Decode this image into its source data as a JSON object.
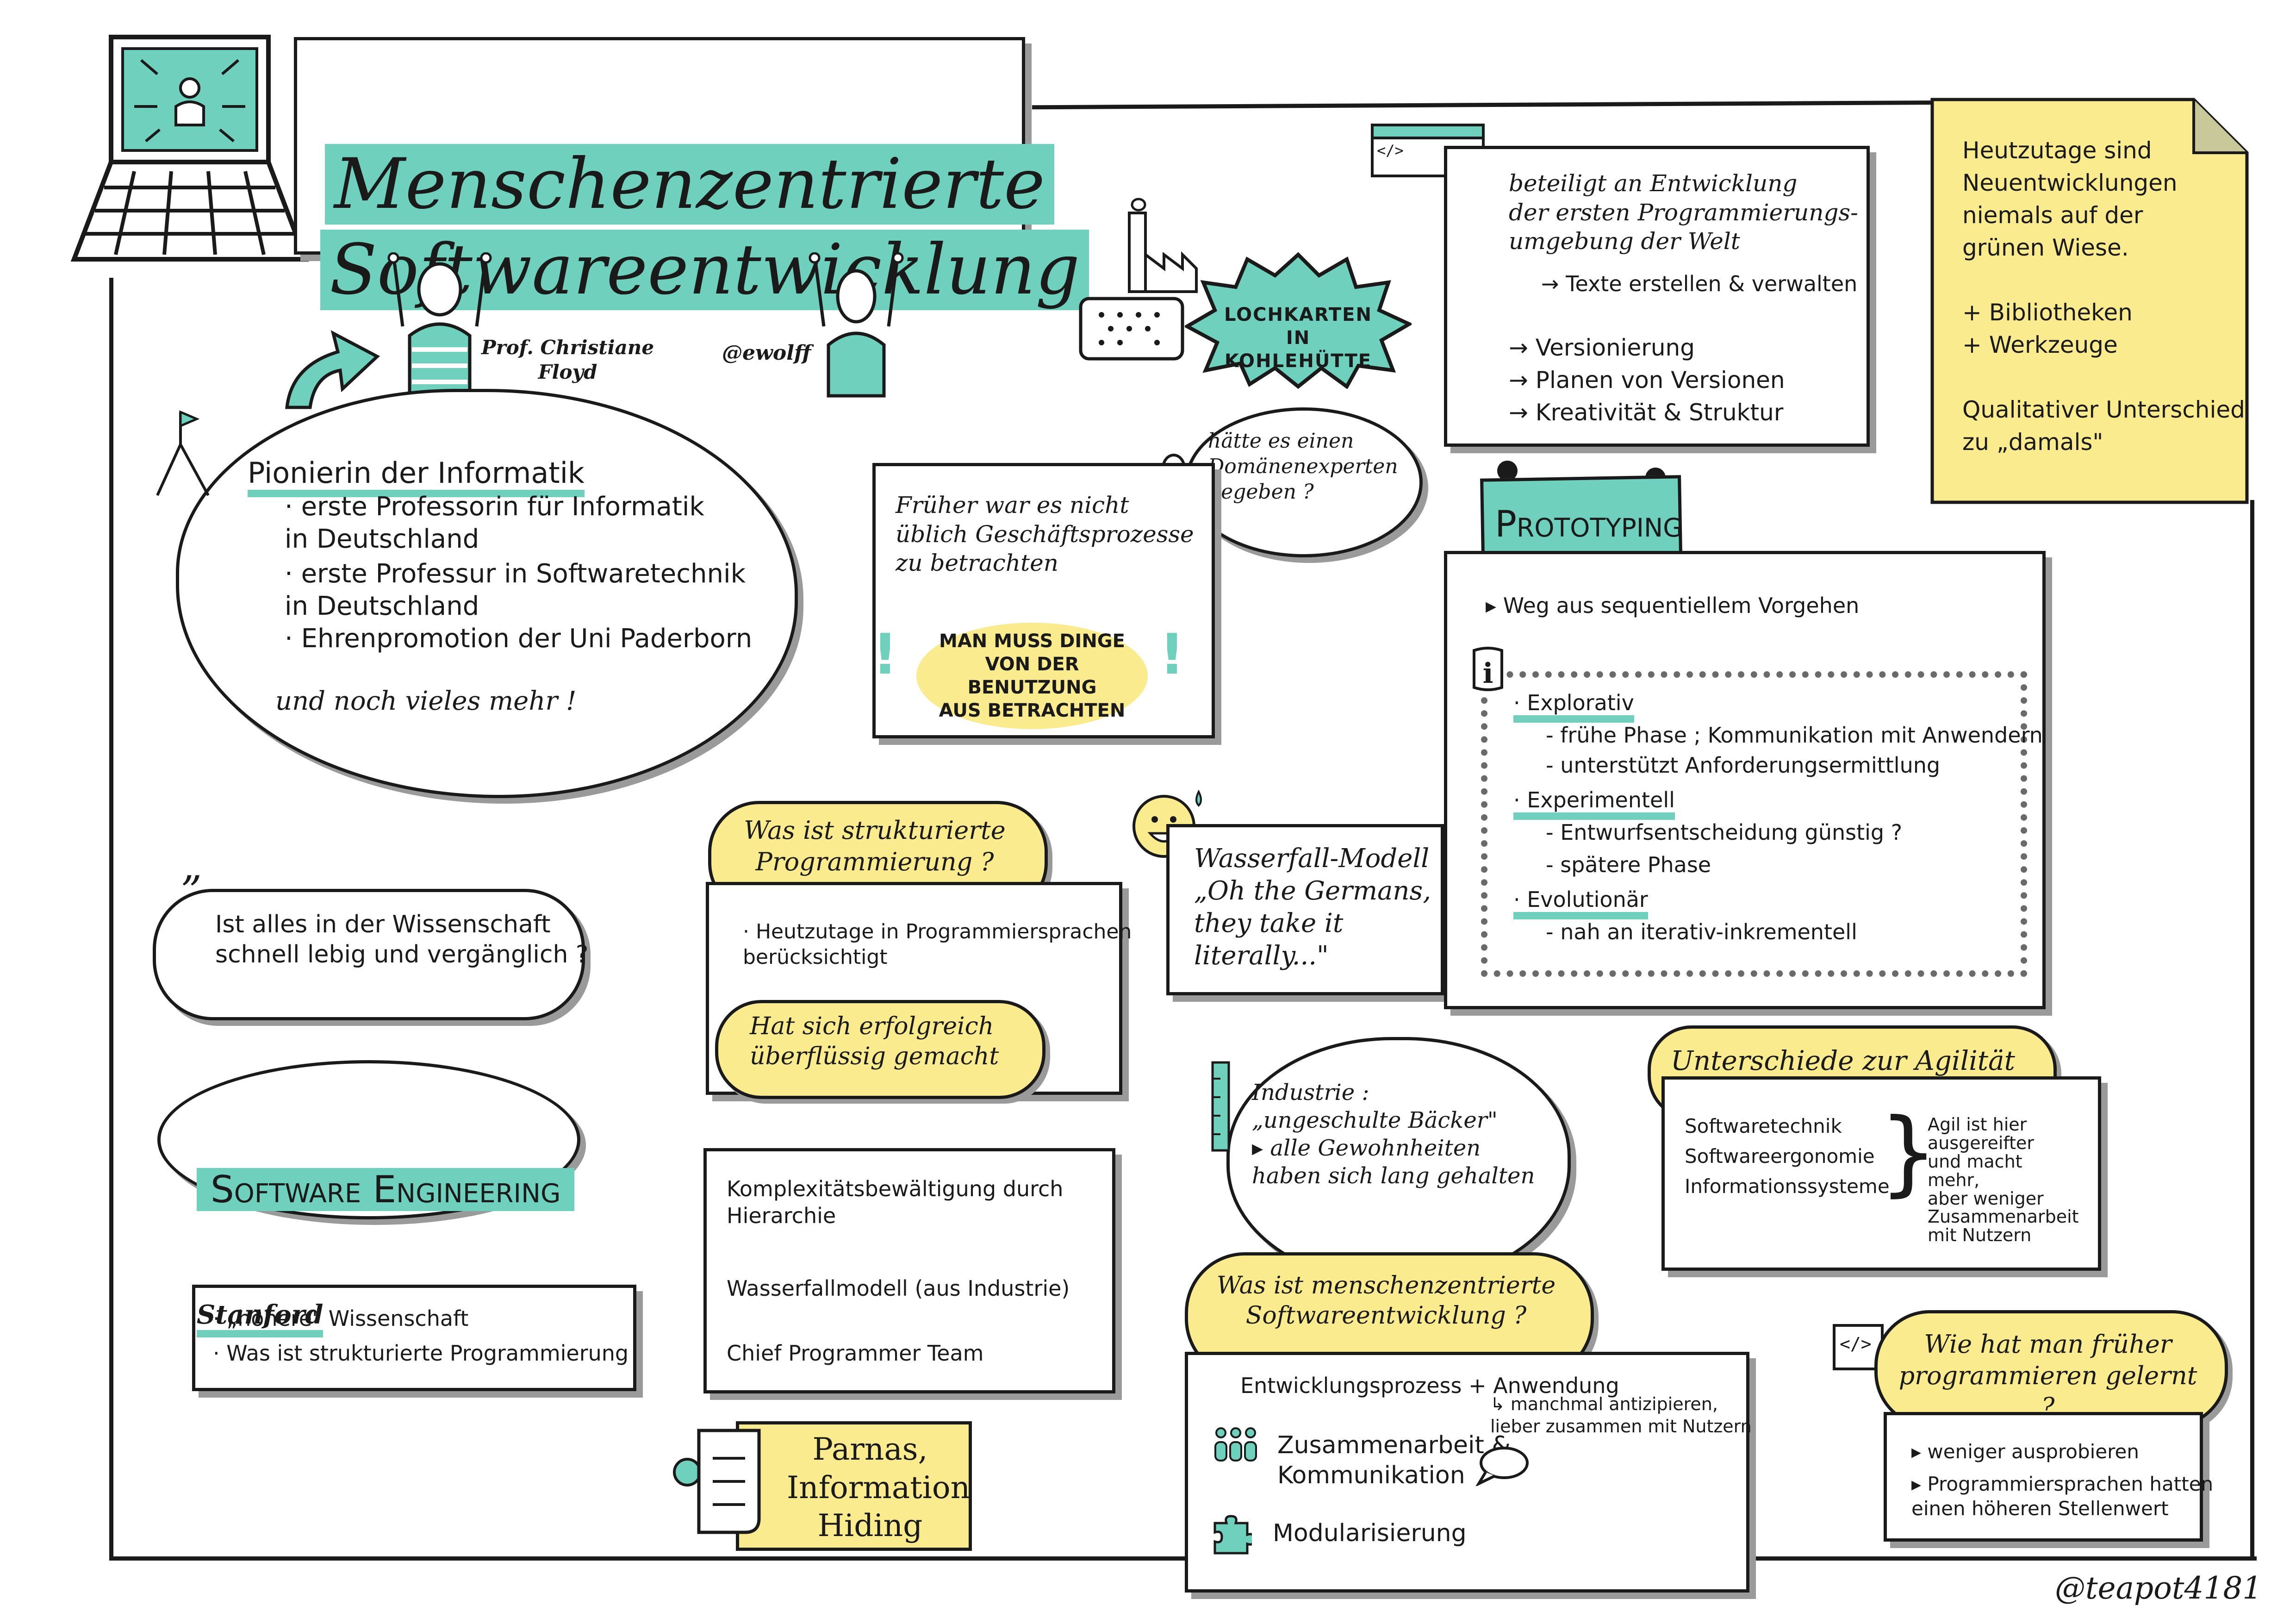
{
  "colors": {
    "accent": "#6fd1bd",
    "yellow": "#fbeb8f",
    "ink": "#1a1a1a",
    "shadow": "#9a9a9a"
  },
  "title": {
    "line1": "Menschenzentrierte",
    "line2": "Softwareentwicklung"
  },
  "people": {
    "floyd": "Prof. Christiane\nFloyd",
    "wolff": "@ewolff"
  },
  "pioneer": {
    "heading": "Pionierin der Informatik",
    "bullets": [
      "· erste Professorin für Informatik\n   in Deutschland",
      "· erste Professur in Softwaretechnik\n   in Deutschland",
      "· Ehrenpromotion der Uni Paderborn"
    ],
    "footer": "und noch vieles mehr !"
  },
  "science_quote": "Ist alles in der Wissenschaft\nschnell lebig und vergänglich ?",
  "software_engineering": "Software Engineering",
  "stanford": {
    "heading": "Stanford",
    "items": [
      "· „höhere\" Wissenschaft",
      "· Was ist strukturierte Programmierung"
    ]
  },
  "punchcards": "Lochkarten\nin Kohlehütte",
  "domain_expert": "hätte es einen\nDomänenexperten\ngegeben ?",
  "early": {
    "text": "Früher war es nicht\nüblich Geschäftsprozesse\nzu betrachten",
    "callout": "Man muss Dinge\nvon der Benutzung\naus betrachten"
  },
  "structured": {
    "question": "Was ist strukturierte\nProgrammierung ?",
    "bullet": "· Heutzutage in Programmiersprachen\n  berücksichtigt",
    "quote": "Hat sich erfolgreich\nüberflüssig gemacht"
  },
  "complexity": {
    "items": [
      "Komplexitätsbewältigung durch\n Hierarchie",
      "Wasserfallmodell (aus Industrie)",
      "Chief Programmer Team"
    ]
  },
  "parnas": "Parnas,\nInformation\nHiding",
  "waterfall": "Wasserfall-Modell\n„Oh the Germans,\nthey take it\nliterally...\"",
  "industry": "Industrie :\n„ungeschulte Bäcker\"\n▸ alle Gewohnheiten\n   haben sich lang gehalten",
  "human_centered": {
    "question": "Was ist menschenzentrierte\nSoftwareentwicklung ?",
    "line1": "Entwicklungsprozess + Anwendung",
    "note": "↳ manchmal antizipieren,\nlieber zusammen mit Nutzern",
    "collab": "Zusammenarbeit &\n  Kommunikation",
    "modular": "Modularisierung"
  },
  "programming_env": {
    "heading": "beteiligt an Entwicklung\nder ersten Programmierungs-\numgebung der Welt",
    "sub": "→ Texte erstellen & verwalten",
    "items": [
      "→ Versionierung",
      "→ Planen von Versionen",
      "→ Kreativität & Struktur"
    ]
  },
  "note": {
    "lines": "Heutzutage sind\nNeuentwicklungen\nniemals auf der\ngrünen Wiese.\n\n+ Bibliotheken\n+ Werkzeuge\n\nQualitativer Unterschied\nzu „damals\""
  },
  "prototyping": {
    "label": "Prototyping",
    "intro": "▸ Weg aus sequentiellem Vorgehen",
    "groups": [
      {
        "name": "· Explorativ",
        "items": [
          "- frühe Phase ; Kommunikation mit Anwendern",
          "- unterstützt Anforderungsermittlung"
        ]
      },
      {
        "name": "· Experimentell",
        "items": [
          "- Entwurfsentscheidung günstig ?",
          "- spätere Phase"
        ]
      },
      {
        "name": "· Evolutionär",
        "items": [
          "- nah an iterativ-inkrementell"
        ]
      }
    ]
  },
  "agility": {
    "question": "Unterschiede zur Agilität",
    "fields": "Softwaretechnik\nSoftwareergonomie\nInformationssysteme",
    "note": "Agil ist hier\nausgereifter\nund macht\nmehr,\naber weniger\nZusammenarbeit\nmit Nutzern"
  },
  "past": {
    "question": "Wie hat man früher\nprogrammieren gelernt ?",
    "items": [
      "▸ weniger ausprobieren",
      "▸ Programmiersprachen hatten\n  einen höheren Stellenwert"
    ]
  },
  "code_icon": "</>",
  "signature": "@teapot4181"
}
